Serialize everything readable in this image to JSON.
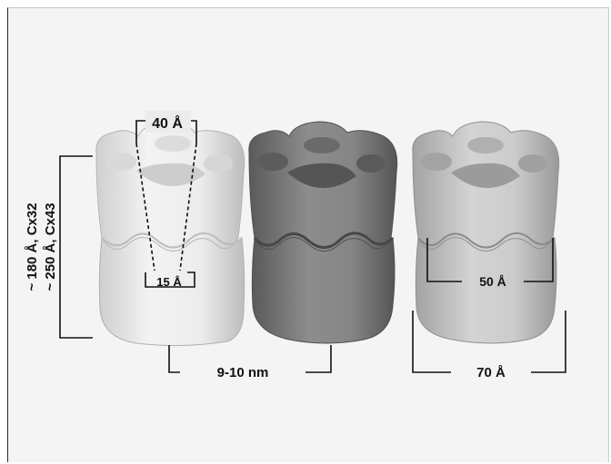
{
  "figure": {
    "labels": {
      "top_pore": "40 Å",
      "inner_pore": "15 Å",
      "height_cx32": "~ 180 Å, Cx32",
      "height_cx43": "~ 250 Å, Cx43",
      "diameter_nm": "9-10 nm",
      "inner_width": "50 Å",
      "outer_width": "70 Å"
    },
    "colors": {
      "left_hemichannel": "#e4e4e4",
      "middle_hemichannel": "#7a7a7a",
      "right_hemichannel": "#c4c4c4",
      "line": "#111111"
    }
  }
}
